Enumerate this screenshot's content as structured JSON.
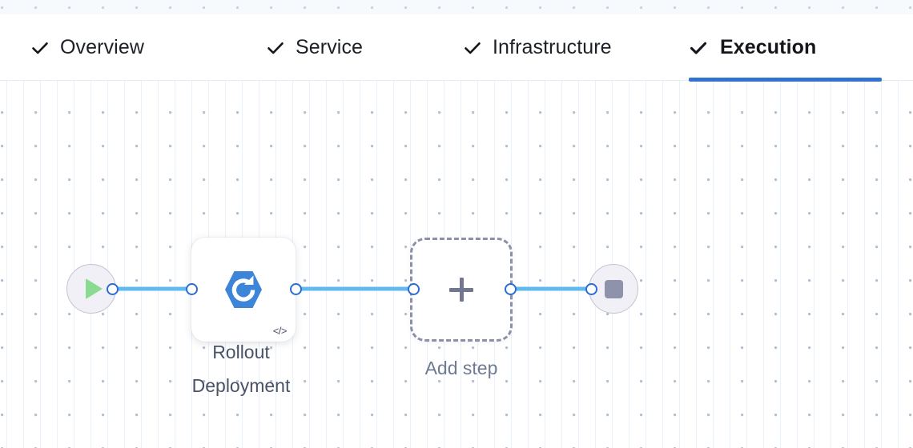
{
  "tabs": [
    {
      "label": "Overview",
      "icon": "check-icon",
      "completed": true,
      "active": false
    },
    {
      "label": "Service",
      "icon": "check-icon",
      "completed": true,
      "active": false
    },
    {
      "label": "Infrastructure",
      "icon": "check-icon",
      "completed": true,
      "active": false
    },
    {
      "label": "Execution",
      "icon": "check-icon",
      "completed": true,
      "active": true
    }
  ],
  "flow": {
    "start_node": {
      "icon": "play-icon",
      "name": "start"
    },
    "end_node": {
      "icon": "stop-icon",
      "name": "end"
    },
    "step": {
      "label": "Rollout\nDeployment",
      "icon": "rollout-deployment-icon",
      "badge": "</>"
    },
    "add_step": {
      "label": "Add step",
      "icon": "plus-icon"
    }
  },
  "colors": {
    "accent": "#2f72d2",
    "edge": "#62b8f0",
    "handle_border": "#2b6cd4",
    "step_icon": "#3c85d9",
    "play": "#8ada91",
    "stop": "#8f92ab",
    "label": "#4a5266",
    "muted_label": "#707a93",
    "dashed_border": "#8b90a8"
  }
}
